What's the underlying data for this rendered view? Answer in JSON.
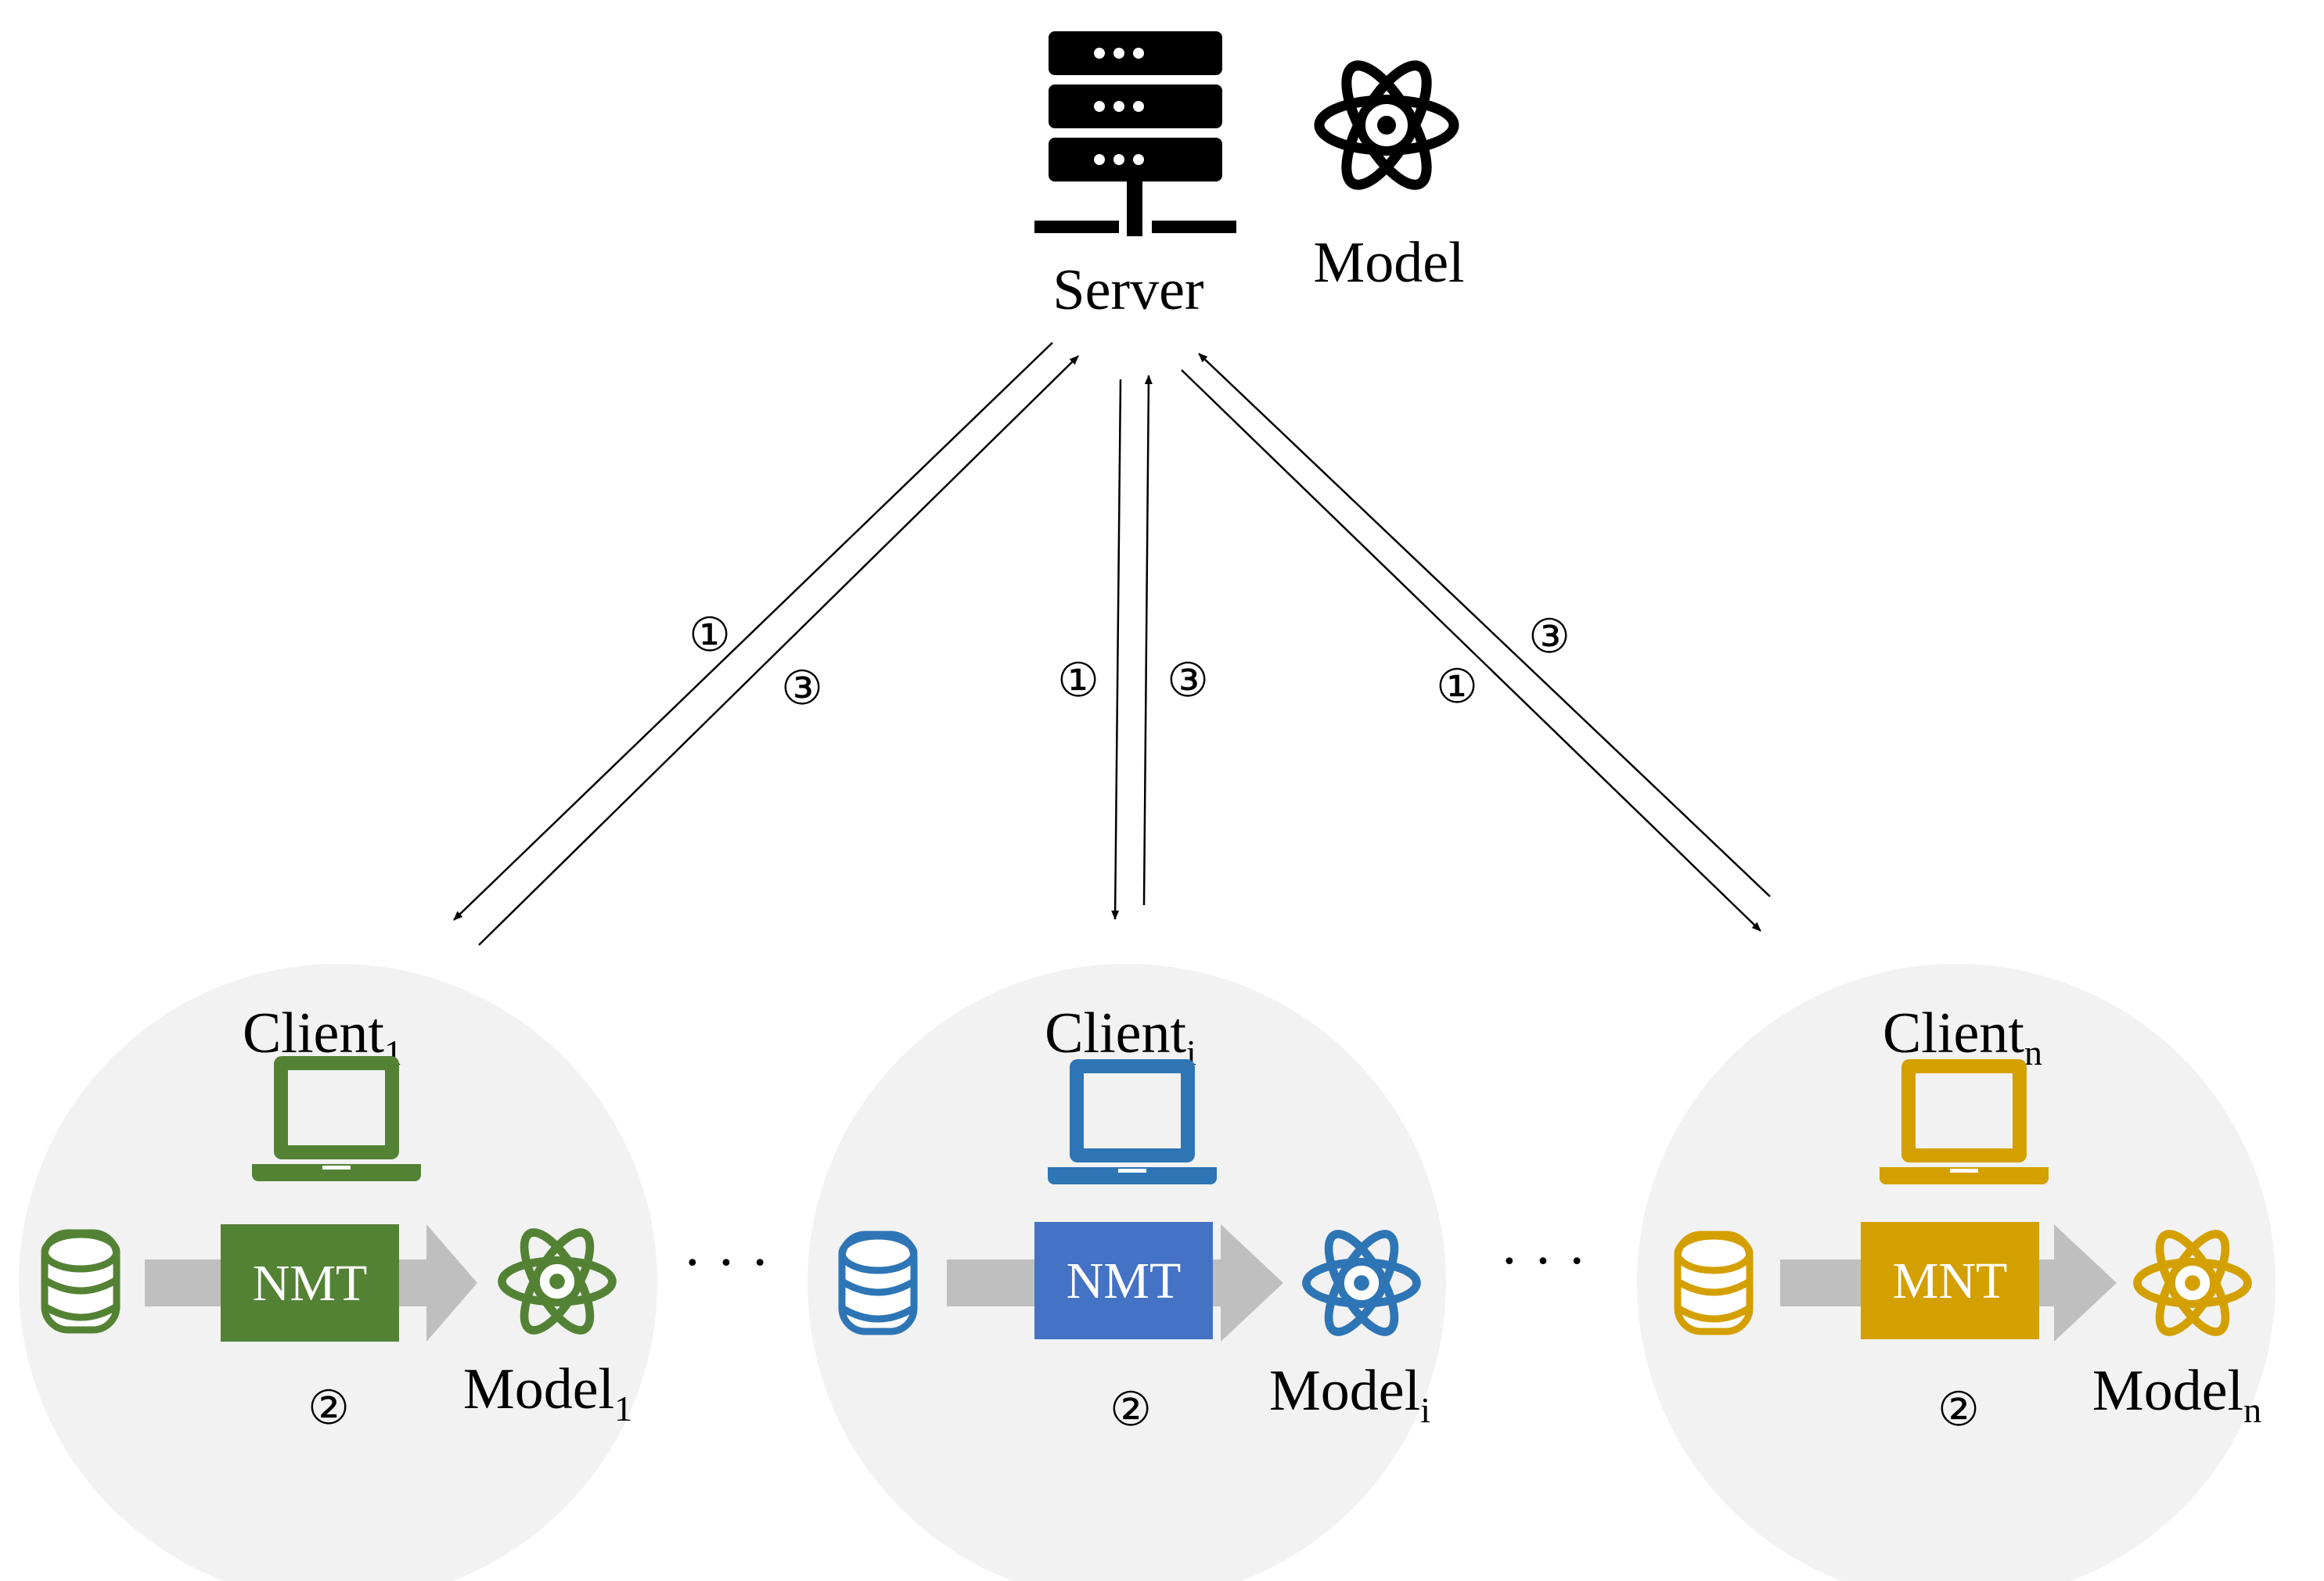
{
  "server": {
    "label": "Server",
    "model_label": "Model",
    "icon": "server-icon",
    "model_icon": "atom-icon"
  },
  "steps": {
    "one": "①",
    "two": "②",
    "three": "③"
  },
  "ellipsis": "· · ·",
  "clients": [
    {
      "name": "Client",
      "sub": "1",
      "box": "NMT",
      "model": "Model",
      "model_sub": "1",
      "color": "#548235",
      "icon": "laptop-icon",
      "db_icon": "database-icon",
      "model_icon": "atom-icon"
    },
    {
      "name": "Client",
      "sub": "i",
      "box": "NMT",
      "model": "Model",
      "model_sub": "i",
      "color": "#2E75B6",
      "box_color": "#4472C4",
      "icon": "laptop-icon",
      "db_icon": "database-icon",
      "model_icon": "atom-icon"
    },
    {
      "name": "Client",
      "sub": "n",
      "box": "MNT",
      "model": "Model",
      "model_sub": "n",
      "color": "#D4A000",
      "icon": "laptop-icon",
      "db_icon": "database-icon",
      "model_icon": "atom-icon"
    }
  ],
  "colors": {
    "circle_bg": "#F2F2F2",
    "arrow_gray": "#BFBFBF",
    "black": "#000000"
  }
}
